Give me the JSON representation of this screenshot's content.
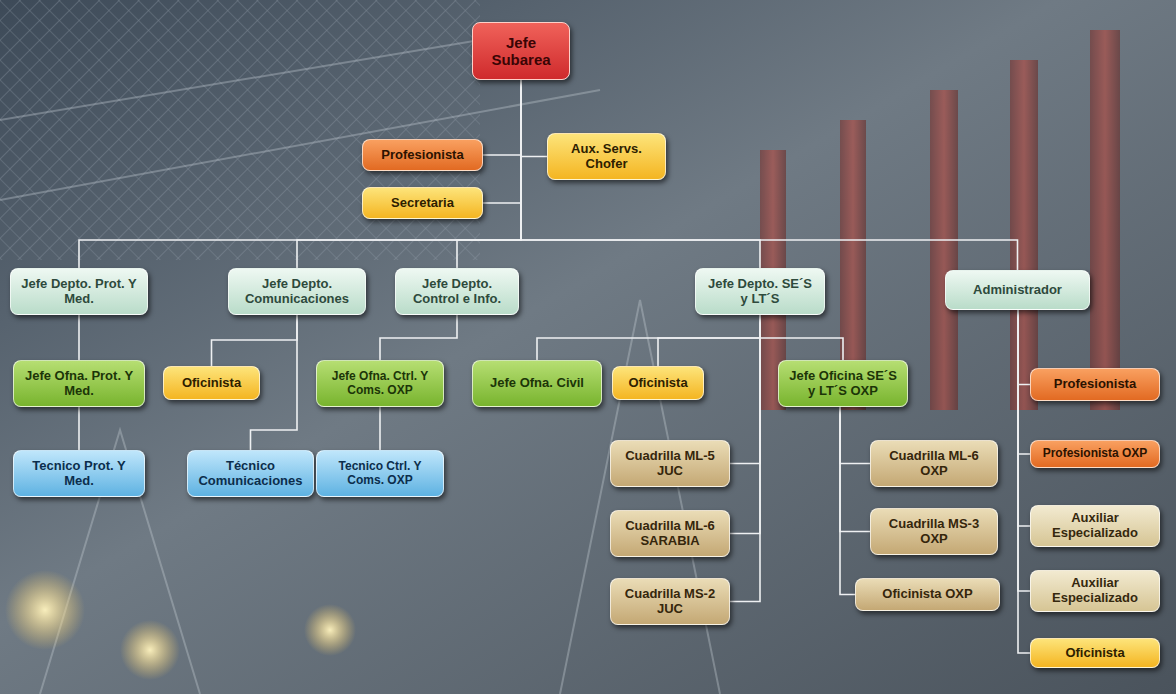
{
  "diagram": {
    "nodes": [
      {
        "text": [
          "Jefe Subarea"
        ]
      },
      {
        "text": [
          "Profesionista"
        ]
      },
      {
        "text": [
          "Aux. Servs. Chofer"
        ]
      },
      {
        "text": [
          "Secretaria"
        ]
      },
      {
        "text": [
          "Jefe Depto. Prot. Y Med."
        ]
      },
      {
        "text": [
          "Jefe Depto. Comunicaciones"
        ]
      },
      {
        "text": [
          "Jefe Depto. Control e Info."
        ]
      },
      {
        "text": [
          "Jefe Depto. SE´S y LT´S"
        ]
      },
      {
        "text": [
          "Administrador"
        ]
      },
      {
        "text": [
          "Jefe Ofna. Prot. Y Med."
        ]
      },
      {
        "text": [
          "Oficinista"
        ]
      },
      {
        "text": [
          "Jefe Ofna. Ctrl. Y Coms. OXP"
        ]
      },
      {
        "text": [
          "Jefe Ofna. Civil"
        ]
      },
      {
        "text": [
          "Oficinista"
        ]
      },
      {
        "text": [
          "Jefe Oficina SE´S y LT´S OXP"
        ]
      },
      {
        "text": [
          "Profesionista"
        ]
      },
      {
        "text": [
          "Tecnico Prot. Y Med."
        ]
      },
      {
        "text": [
          "Técnico Comunicaciones"
        ]
      },
      {
        "text": [
          "Tecnico Ctrl. Y Coms. OXP"
        ]
      },
      {
        "text": [
          "Cuadrilla ML-5 JUC"
        ]
      },
      {
        "text": [
          "Cuadrilla ML-6 OXP"
        ]
      },
      {
        "text": [
          "Profesionista OXP"
        ]
      },
      {
        "text": [
          "Cuadrilla ML-6 SARABIA"
        ]
      },
      {
        "text": [
          "Cuadrilla MS-3 OXP"
        ]
      },
      {
        "text": [
          "Auxiliar Especializado"
        ]
      },
      {
        "text": [
          "Cuadrilla MS-2 JUC"
        ]
      },
      {
        "text": [
          "Oficinista OXP"
        ]
      },
      {
        "text": [
          "Auxiliar Especializado"
        ]
      },
      {
        "text": [
          "Oficinista"
        ]
      }
    ],
    "edges": [
      {
        "from": 0,
        "to": 1,
        "arrow": "none"
      },
      {
        "from": 0,
        "to": 2,
        "arrow": "none"
      },
      {
        "from": 0,
        "to": 3,
        "arrow": "none"
      },
      {
        "from": 0,
        "to": 4,
        "arrow": "none"
      },
      {
        "from": 0,
        "to": 5,
        "arrow": "none"
      },
      {
        "from": 0,
        "to": 6,
        "arrow": "none"
      },
      {
        "from": 0,
        "to": 7,
        "arrow": "none"
      },
      {
        "from": 0,
        "to": 8,
        "arrow": "none"
      },
      {
        "from": 4,
        "to": 9,
        "arrow": "none"
      },
      {
        "from": 9,
        "to": 16,
        "arrow": "none"
      },
      {
        "from": 5,
        "to": 10,
        "arrow": "none"
      },
      {
        "from": 5,
        "to": 17,
        "arrow": "none"
      },
      {
        "from": 6,
        "to": 11,
        "arrow": "none"
      },
      {
        "from": 11,
        "to": 18,
        "arrow": "none"
      },
      {
        "from": 7,
        "to": 12,
        "arrow": "none"
      },
      {
        "from": 7,
        "to": 13,
        "arrow": "none"
      },
      {
        "from": 7,
        "to": 14,
        "arrow": "none"
      },
      {
        "from": 7,
        "to": 19,
        "arrow": "none"
      },
      {
        "from": 7,
        "to": 22,
        "arrow": "none"
      },
      {
        "from": 7,
        "to": 25,
        "arrow": "none"
      },
      {
        "from": 14,
        "to": 20,
        "arrow": "none"
      },
      {
        "from": 14,
        "to": 23,
        "arrow": "none"
      },
      {
        "from": 14,
        "to": 26,
        "arrow": "none"
      },
      {
        "from": 8,
        "to": 15,
        "arrow": "none"
      },
      {
        "from": 8,
        "to": 21,
        "arrow": "none"
      },
      {
        "from": 8,
        "to": 24,
        "arrow": "none"
      },
      {
        "from": 8,
        "to": 27,
        "arrow": "none"
      },
      {
        "from": 8,
        "to": 28,
        "arrow": "none"
      }
    ]
  }
}
